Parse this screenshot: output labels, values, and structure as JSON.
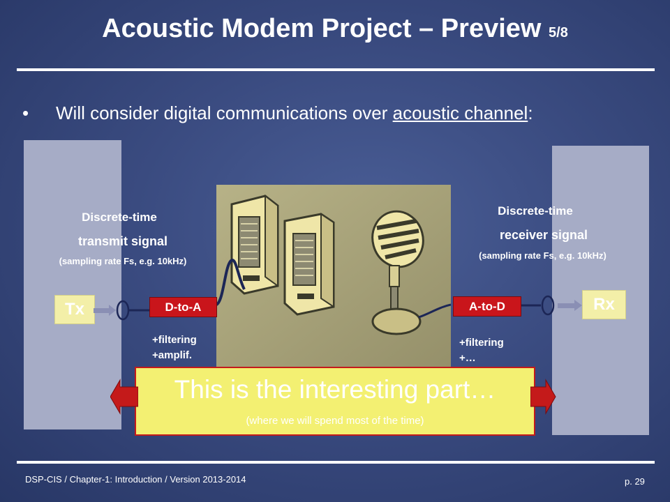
{
  "slide": {
    "title": "Acoustic Modem Project – Preview",
    "title_page": "5/8",
    "bullet_prefix": "Will consider digital communications over ",
    "bullet_link": "acoustic channel",
    "bullet_suffix": ":"
  },
  "left_panel": {
    "line1": "Discrete-time",
    "line2": "transmit signal",
    "line3": "(sampling rate Fs, e.g. 10kHz)",
    "box_label": "Tx"
  },
  "right_panel": {
    "line1": "Discrete-time",
    "line2": "receiver signal",
    "line3": "(sampling rate Fs, e.g. 10kHz)",
    "box_label": "Rx"
  },
  "converters": {
    "dac": "D-to-A",
    "adc": "A-to-D",
    "dac_note": "+filtering\n+amplif.",
    "adc_note": "+filtering\n+…"
  },
  "callout": {
    "headline": "This is the interesting part…",
    "subline": "(where we will spend most of the time)"
  },
  "footer": {
    "left": "DSP-CIS  /  Chapter-1: Introduction  /  Version 2013-2014",
    "page": "p. 29"
  },
  "colors": {
    "background": "#3a4b80",
    "converter_red": "#c9151b",
    "callout_yellow": "#f3f072",
    "panel_grey": "#a6acc6"
  },
  "icons": [
    "speaker-icon",
    "microphone-icon",
    "plug-icon",
    "arrow-left-icon",
    "arrow-right-icon"
  ]
}
